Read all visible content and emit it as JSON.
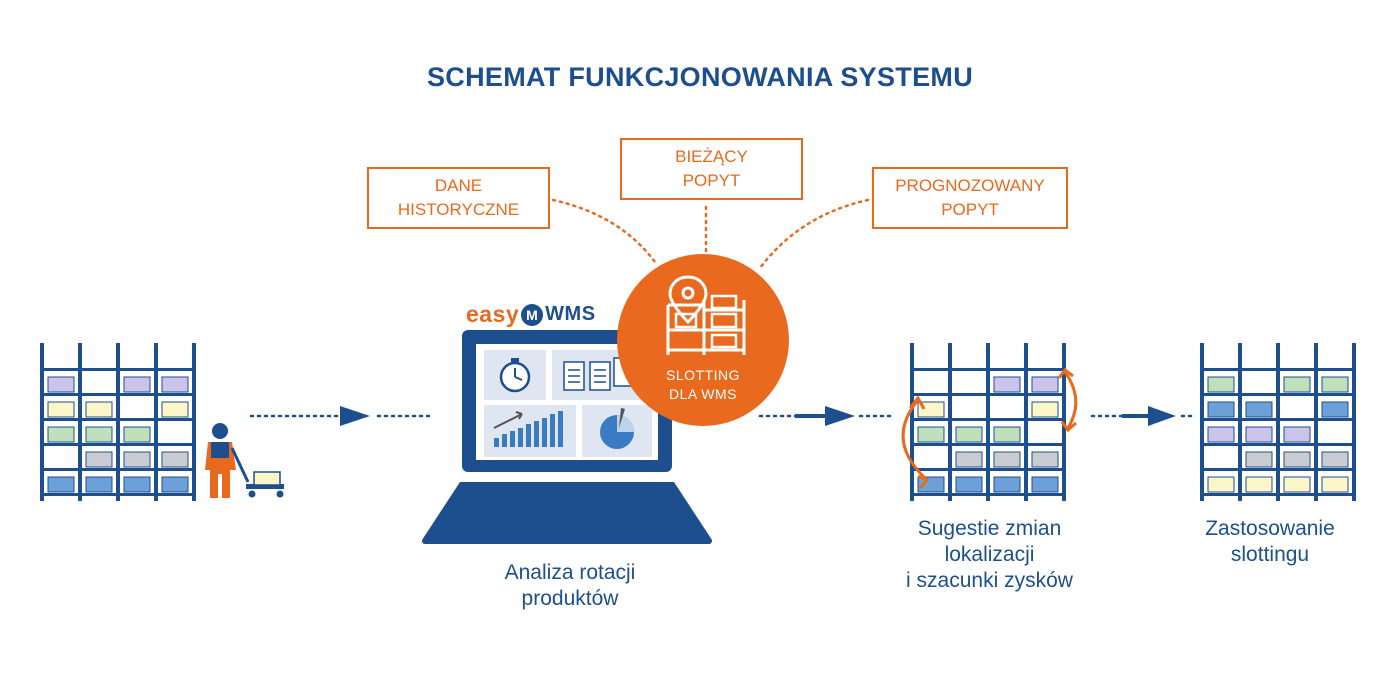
{
  "title": "SCHEMAT FUNKCJONOWANIA SYSTEMU",
  "inputs": [
    {
      "line1": "DANE",
      "line2": "HISTORYCZNE"
    },
    {
      "line1": "BIEŻĄCY",
      "line2": "POPYT"
    },
    {
      "line1": "PROGNOZOWANY",
      "line2": "POPYT"
    }
  ],
  "hub": {
    "line1": "SLOTTING",
    "line2": "DLA WMS",
    "icon": "location-pin-shelving-icon"
  },
  "logo": {
    "part1": "easy",
    "badge": "M",
    "part2": "WMS"
  },
  "captions": {
    "laptop": {
      "line1": "Analiza rotacji",
      "line2": "produktów"
    },
    "suggest": {
      "line1": "Sugestie zmian",
      "line2": "lokalizacji",
      "line3": "i szacunki zysków"
    },
    "apply": {
      "line1": "Zastosowanie",
      "line2": "slottingu"
    }
  },
  "colors": {
    "blue": "#1d4f8f",
    "orange": "#e96a1e"
  }
}
